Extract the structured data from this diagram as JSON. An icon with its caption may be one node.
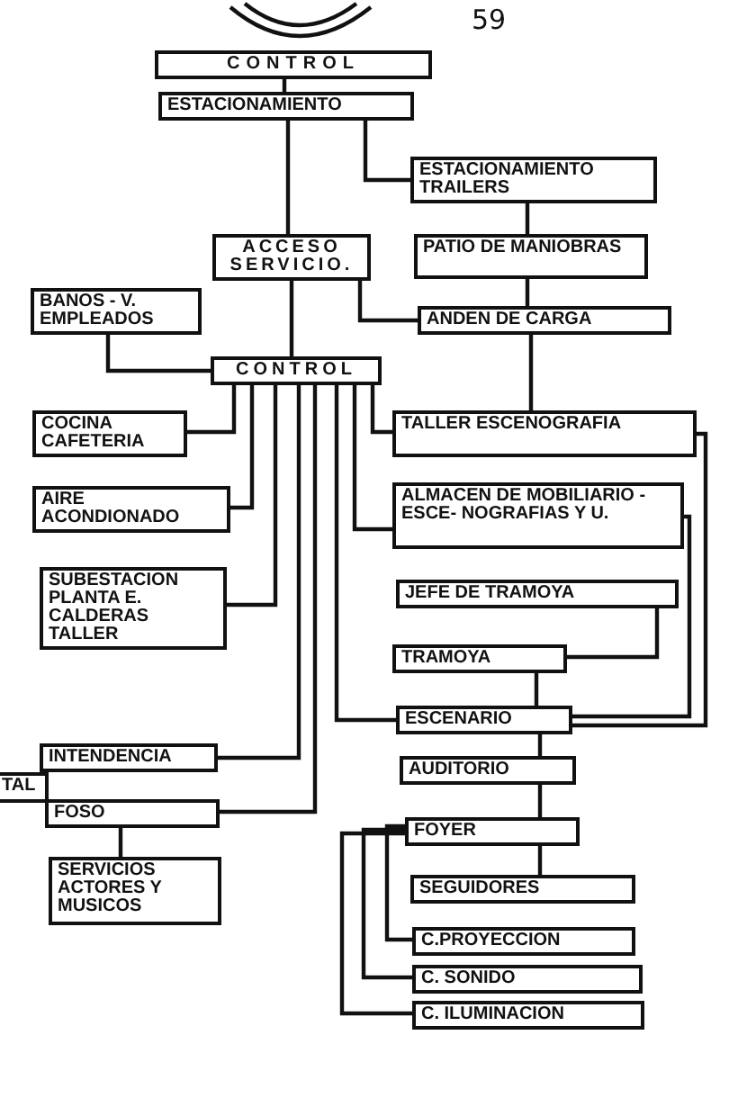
{
  "diagram": {
    "nodes": [
      {
        "text": [
          "CONTROL"
        ]
      },
      {
        "text": [
          "ESTACIONAMIENTO"
        ]
      },
      {
        "text": [
          "ESTACIONAMIENTO TRAILERS"
        ]
      },
      {
        "text": [
          "ACCESO SERVICIO."
        ]
      },
      {
        "text": [
          "PATIO DE MANIOBRAS"
        ]
      },
      {
        "text": [
          "BANOS - V. EMPLEADOS"
        ]
      },
      {
        "text": [
          "ANDEN DE CARGA"
        ]
      },
      {
        "text": [
          "CONTROL"
        ]
      },
      {
        "text": [
          "COCINA CAFETERIA"
        ]
      },
      {
        "text": [
          "TALLER ESCENOGRAFIA"
        ]
      },
      {
        "text": [
          "AIRE ACONDIONADO"
        ]
      },
      {
        "text": [
          "ALMACEN DE MOBILIARIO - ESCE- NOGRAFIAS Y U."
        ]
      },
      {
        "text": [
          "SUBESTACION PLANTA E. CALDERAS TALLER"
        ]
      },
      {
        "text": [
          "JEFE DE TRAMOYA"
        ]
      },
      {
        "text": [
          "TRAMOYA"
        ]
      },
      {
        "text": [
          "TAL"
        ]
      },
      {
        "text": [
          "ESCENARIO"
        ]
      },
      {
        "text": [
          "INTENDENCIA"
        ]
      },
      {
        "text": [
          "AUDITORIO"
        ]
      },
      {
        "text": [
          "FOSO"
        ]
      },
      {
        "text": [
          "FOYER"
        ]
      },
      {
        "text": [
          "SERVICIOS ACTORES Y MUSICOS"
        ]
      },
      {
        "text": [
          "SEGUIDORES"
        ]
      },
      {
        "text": [
          "C.PROYECCION"
        ]
      },
      {
        "text": [
          "C. SONIDO"
        ]
      },
      {
        "text": [
          "C. ILUMINACION"
        ]
      }
    ],
    "edges": [
      {
        "from": 0,
        "to": 1,
        "arrow": "none"
      },
      {
        "from": 1,
        "to": 3,
        "arrow": "none"
      },
      {
        "from": 1,
        "to": 2,
        "arrow": "none"
      },
      {
        "from": 2,
        "to": 4,
        "arrow": "none"
      },
      {
        "from": 3,
        "to": 6,
        "arrow": "none"
      },
      {
        "from": 4,
        "to": 6,
        "arrow": "none"
      },
      {
        "from": 3,
        "to": 7,
        "arrow": "none"
      },
      {
        "from": 5,
        "to": 7,
        "arrow": "none"
      },
      {
        "from": 6,
        "to": 9,
        "arrow": "none"
      },
      {
        "from": 7,
        "to": 8,
        "arrow": "none"
      },
      {
        "from": 7,
        "to": 10,
        "arrow": "none"
      },
      {
        "from": 7,
        "to": 12,
        "arrow": "none"
      },
      {
        "from": 7,
        "to": 9,
        "arrow": "none"
      },
      {
        "from": 7,
        "to": 11,
        "arrow": "none"
      },
      {
        "from": 7,
        "to": 16,
        "arrow": "none"
      },
      {
        "from": 7,
        "to": 17,
        "arrow": "none"
      },
      {
        "from": 7,
        "to": 19,
        "arrow": "none"
      },
      {
        "from": 9,
        "to": 16,
        "arrow": "none"
      },
      {
        "from": 11,
        "to": 16,
        "arrow": "none"
      },
      {
        "from": 13,
        "to": 14,
        "arrow": "none"
      },
      {
        "from": 14,
        "to": 16,
        "arrow": "none"
      },
      {
        "from": 16,
        "to": 18,
        "arrow": "none"
      },
      {
        "from": 18,
        "to": 20,
        "arrow": "none"
      },
      {
        "from": 20,
        "to": 22,
        "arrow": "none"
      },
      {
        "from": 20,
        "to": 23,
        "arrow": "none"
      },
      {
        "from": 20,
        "to": 24,
        "arrow": "none"
      },
      {
        "from": 20,
        "to": 25,
        "arrow": "none"
      },
      {
        "from": 19,
        "to": 21,
        "arrow": "none"
      }
    ],
    "labels": [
      "59"
    ]
  }
}
